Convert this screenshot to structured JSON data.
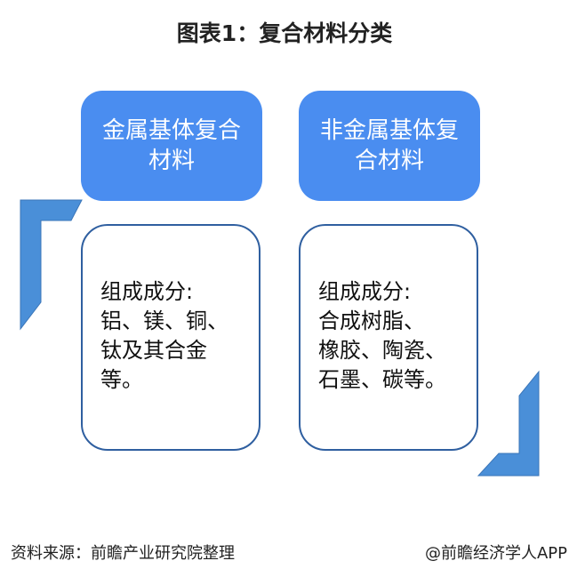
{
  "title": "图表1：复合材料分类",
  "categories": [
    {
      "heading": "金属基体复合材料",
      "content": "组成成分:\n铝、镁、铜、\n钛及其合金\n等。"
    },
    {
      "heading": "非金属基体复合材料",
      "content": "组成成分:\n合成树脂、\n橡胶、陶瓷、\n石墨、碳等。"
    }
  ],
  "footer": {
    "source": "资料来源：前瞻产业研究院整理",
    "credit": "@前瞻经济学人APP"
  },
  "colors": {
    "accent": "#4a8df0",
    "bracket": "#4a8fd8",
    "border": "#2f5fa0"
  }
}
